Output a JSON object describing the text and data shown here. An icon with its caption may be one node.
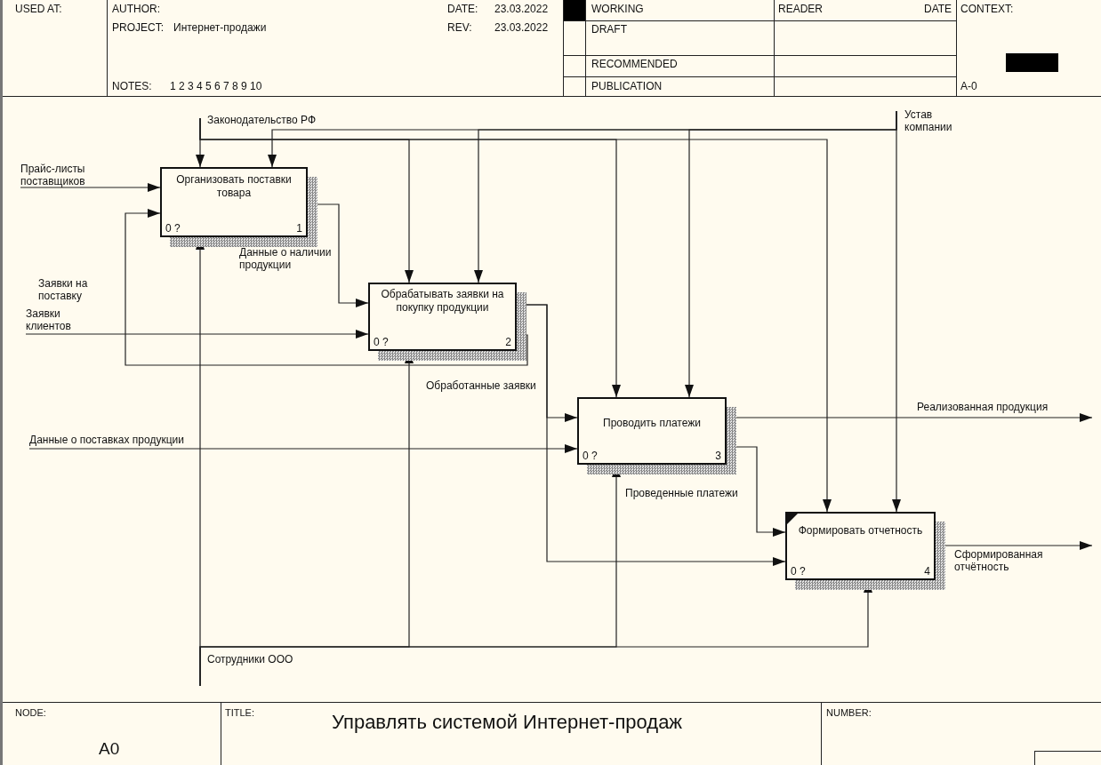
{
  "diagram": {
    "title": "Управлять системой Интернет-продаж",
    "nodes": [
      {
        "text": [
          "Организовать поставки товара",
          "0 ?",
          "1"
        ]
      },
      {
        "text": [
          "Обрабатывать заявки на покупку продукции",
          "0 ?",
          "2"
        ]
      },
      {
        "text": [
          "Проводить платежи",
          "0 ?",
          "3"
        ]
      },
      {
        "text": [
          "Формировать отчетность",
          "0 ?",
          "4"
        ]
      }
    ],
    "edges": [
      {
        "from": null,
        "to": 0,
        "arrow": "to",
        "label": "Прайс-листы поставщиков"
      },
      {
        "from": null,
        "to": 0,
        "arrow": "to",
        "label": "Законодательство РФ"
      },
      {
        "from": null,
        "to": 1,
        "arrow": "to"
      },
      {
        "from": null,
        "to": 2,
        "arrow": "to"
      },
      {
        "from": null,
        "to": 3,
        "arrow": "to"
      },
      {
        "from": null,
        "to": 3,
        "arrow": "to",
        "label": "Устав компании"
      },
      {
        "from": null,
        "to": 0,
        "arrow": "to"
      },
      {
        "from": null,
        "to": 1,
        "arrow": "to"
      },
      {
        "from": null,
        "to": 2,
        "arrow": "to"
      },
      {
        "from": 0,
        "to": 1,
        "arrow": "to",
        "label": "Данные о наличии продукции"
      },
      {
        "from": 1,
        "to": 0,
        "arrow": "to",
        "label": "Заявки на поставку"
      },
      {
        "from": null,
        "to": 1,
        "arrow": "to",
        "label": "Заявки клиентов"
      },
      {
        "from": 1,
        "to": 2,
        "arrow": "to",
        "label": "Обработанные заявки"
      },
      {
        "from": 1,
        "to": 3,
        "arrow": "to"
      },
      {
        "from": null,
        "to": 2,
        "arrow": "to",
        "label": "Данные о поставках продукции"
      },
      {
        "from": 2,
        "to": null,
        "arrow": "to",
        "label": "Реализованная продукция"
      },
      {
        "from": 2,
        "to": 3,
        "arrow": "to",
        "label": "Проведенные платежи"
      },
      {
        "from": 3,
        "to": null,
        "arrow": "to",
        "label": "Сформированная отчётность"
      },
      {
        "from": null,
        "to": 0,
        "arrow": "to",
        "label": "Сотрудники ООО"
      },
      {
        "from": null,
        "to": 1,
        "arrow": "to"
      },
      {
        "from": null,
        "to": 2,
        "arrow": "to"
      },
      {
        "from": null,
        "to": 3,
        "arrow": "to"
      }
    ],
    "labels": [
      "USED AT:",
      "AUTHOR:",
      "DATE:",
      "23.03.2022",
      "WORKING",
      "READER",
      "DATE",
      "CONTEXT:",
      "PROJECT:",
      "Интернет-продажи",
      "REV:",
      "23.03.2022",
      "DRAFT",
      "RECOMMENDED",
      "NOTES:",
      "1 2 3 4 5 6 7 8 9 10",
      "PUBLICATION",
      "A-0",
      "NODE:",
      "A0",
      "TITLE:",
      "NUMBER:"
    ]
  }
}
